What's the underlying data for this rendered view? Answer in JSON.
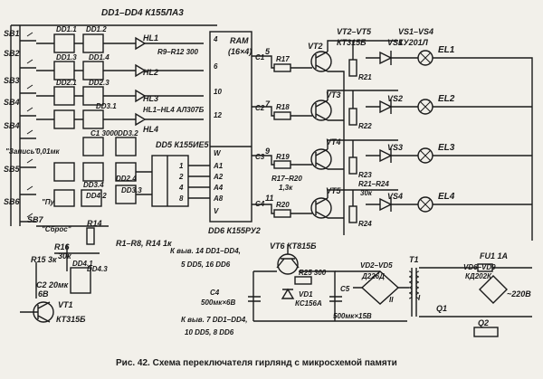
{
  "caption": "Рис. 42. Схема переключателя гирлянд с микросхемой памяти",
  "labels": {
    "dd_range": "DD1–DD4  К155ЛА3",
    "sb1": "SB1",
    "sb2": "SB2",
    "sb3": "SB3",
    "sb4": "SB4",
    "sb4b": "SB4",
    "sb5": "SB5",
    "sb6": "SB6",
    "sb7": "SB7",
    "zapis": "\"Запись\"",
    "pusk": "\"Пуск\"",
    "sbros": "\"Сброс\"",
    "dd11": "DD1.1",
    "dd12": "DD1.2",
    "dd13": "DD1.3",
    "dd14": "DD1.4",
    "dd21": "DD2.1",
    "dd23": "DD2.3",
    "dd24": "DD2.4",
    "dd31": "DD3.1",
    "dd32": "DD3.2",
    "dd33": "DD3.3",
    "dd34": "DD3.4",
    "dd41": "DD4.1",
    "dd42": "DD4.2",
    "dd43": "DD4.3",
    "hl1": "HL1",
    "hl2": "HL2",
    "hl3": "HL3",
    "hl4": "HL4",
    "r9r12": "R9–R12  300",
    "hl_type": "HL1–HL4  АЛ307Б",
    "dd5": "DD5  К155ИЕ5",
    "c1_3000": "C1 3000",
    "c_001": "0,01мк",
    "p1": "1",
    "p2": "2",
    "p4": "4",
    "p8": "8",
    "ram": "RAM",
    "ram_size": "(16×4)",
    "rp4": "4",
    "rp6": "6",
    "rp10": "10",
    "rp12": "12",
    "rw": "W",
    "ra1": "A1",
    "ra2": "A2",
    "ra4": "A4",
    "ra8": "A8",
    "rv": "V",
    "c1": "C1",
    "c2": "C2",
    "c3": "C3",
    "c4": "C4",
    "dd6": "DD6  К155РУ2",
    "o5": "5",
    "o7": "7",
    "o9": "9",
    "o11": "11",
    "r17": "R17",
    "r18": "R18",
    "r19": "R19",
    "r20": "R20",
    "r17r20": "R17–R20",
    "k13": "1,3к",
    "vt2": "VT2",
    "vt3": "VT3",
    "vt4": "VT4",
    "vt5": "VT5",
    "vt2_vt5": "VT2–VT5",
    "kt315b": "КТ315Б",
    "r21": "R21",
    "r22": "R22",
    "r23": "R23",
    "r24": "R24",
    "r21r24": "R21–R24",
    "k30": "30к",
    "vs1": "VS1",
    "vs2": "VS2",
    "vs3": "VS3",
    "vs4": "VS4",
    "vs1_vs4": "VS1–VS4",
    "ku201l": "КУ201Л",
    "el1": "EL1",
    "el2": "EL2",
    "el3": "EL3",
    "el4": "EL4",
    "r14": "R14",
    "r16": "R16",
    "k30b": "30к",
    "r15": "R15 3к",
    "c2_20mk": "C2 20мк",
    "v6": "6В",
    "r1r8": "R1–R8, R14  1к",
    "vt1": "VT1",
    "vt1_type": "КТ315Б",
    "pin14_note": "К выв. 14 DD1–DD4,",
    "pin16_note": "5 DD5, 16 DD6",
    "pin7_note": "К выв. 7 DD1–DD4,",
    "pin8_note": "10 DD5, 8 DD6",
    "vt6": "VT6  КТ815Б",
    "c4cap": "C4",
    "c4val": "500мк×6В",
    "r25": "R25  300",
    "vd1": "VD1",
    "kc156a": "КС156А",
    "c5": "C5",
    "c5val": "500мк×15В",
    "vd2_vd5": "VD2–VD5",
    "d226d": "Д226Д",
    "w2": "II",
    "w1": "I",
    "t1": "T1",
    "fu1": "FU1  1А",
    "vd6_vd9": "VD6–VD9",
    "kd202k": "КД202К",
    "v220": "~220В",
    "q1": "Q1",
    "q2": "Q2"
  }
}
